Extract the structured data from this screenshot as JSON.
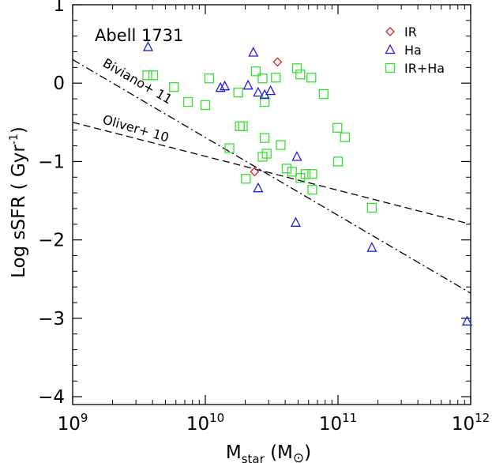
{
  "chart_data": {
    "type": "scatter",
    "title": "Abell 1731",
    "xlabel": {
      "main": "M",
      "sub": "star",
      "unit_open": " (M",
      "sun": "⊙",
      "unit_close": ")"
    },
    "ylabel": {
      "main": "Log sSFR ( Gyr",
      "sup": "-1",
      "close": ")"
    },
    "x_scale": "log",
    "xlim": [
      1000000000,
      1000000000000
    ],
    "ylim": [
      -4.1,
      1
    ],
    "x_ticks": [
      {
        "value": 1000000000,
        "base": "10",
        "exp": "9"
      },
      {
        "value": 10000000000,
        "base": "10",
        "exp": "10"
      },
      {
        "value": 100000000000,
        "base": "10",
        "exp": "11"
      },
      {
        "value": 1000000000000,
        "base": "10",
        "exp": "12"
      }
    ],
    "y_ticks": [
      {
        "value": 1,
        "label": "1"
      },
      {
        "value": 0,
        "label": "0"
      },
      {
        "value": -1,
        "label": "−1"
      },
      {
        "value": -2,
        "label": "−2"
      },
      {
        "value": -3,
        "label": "−3"
      },
      {
        "value": -4,
        "label": "−4"
      }
    ],
    "legend": {
      "placement": "top-right"
    },
    "series": [
      {
        "name": "IR",
        "marker": "diamond",
        "color": "#d42020",
        "points": [
          {
            "x": 35000000000,
            "y": 0.27
          },
          {
            "x": 23500000000,
            "y": -1.13
          }
        ]
      },
      {
        "name": "Ha",
        "marker": "triangle",
        "color": "#1e1ee0",
        "points": [
          {
            "x": 3700000000,
            "y": 0.46
          },
          {
            "x": 13000000000,
            "y": -0.06
          },
          {
            "x": 14000000000,
            "y": -0.04
          },
          {
            "x": 21000000000,
            "y": -0.03
          },
          {
            "x": 23000000000,
            "y": 0.39
          },
          {
            "x": 25000000000,
            "y": -0.12
          },
          {
            "x": 28000000000,
            "y": -0.15
          },
          {
            "x": 31000000000,
            "y": -0.1
          },
          {
            "x": 25000000000,
            "y": -1.34
          },
          {
            "x": 49000000000,
            "y": -0.94
          },
          {
            "x": 48000000000,
            "y": -1.78
          },
          {
            "x": 180000000000,
            "y": -2.1
          },
          {
            "x": 940000000000,
            "y": -3.04
          }
        ]
      },
      {
        "name": "IR+Ha",
        "marker": "square",
        "color": "#33e033",
        "points": [
          {
            "x": 3650000000,
            "y": 0.1
          },
          {
            "x": 4050000000,
            "y": 0.1
          },
          {
            "x": 5800000000,
            "y": -0.05
          },
          {
            "x": 7400000000,
            "y": -0.24
          },
          {
            "x": 10000000000,
            "y": -0.28
          },
          {
            "x": 10700000000,
            "y": 0.06
          },
          {
            "x": 17700000000,
            "y": -0.12
          },
          {
            "x": 18200000000,
            "y": -0.55
          },
          {
            "x": 19200000000,
            "y": -0.55
          },
          {
            "x": 15200000000,
            "y": -0.83
          },
          {
            "x": 20200000000,
            "y": -1.22
          },
          {
            "x": 24000000000,
            "y": 0.15
          },
          {
            "x": 27000000000,
            "y": 0.06
          },
          {
            "x": 28000000000,
            "y": -0.24
          },
          {
            "x": 34000000000,
            "y": 0.07
          },
          {
            "x": 28000000000,
            "y": -0.7
          },
          {
            "x": 29000000000,
            "y": -0.9
          },
          {
            "x": 27000000000,
            "y": -0.94
          },
          {
            "x": 37000000000,
            "y": -0.79
          },
          {
            "x": 41000000000,
            "y": -1.09
          },
          {
            "x": 45000000000,
            "y": -1.13
          },
          {
            "x": 49000000000,
            "y": 0.19
          },
          {
            "x": 52000000000,
            "y": 0.11
          },
          {
            "x": 63000000000,
            "y": 0.07
          },
          {
            "x": 78000000000,
            "y": -0.14
          },
          {
            "x": 52000000000,
            "y": -1.21
          },
          {
            "x": 57000000000,
            "y": -1.16
          },
          {
            "x": 64000000000,
            "y": -1.16
          },
          {
            "x": 64000000000,
            "y": -1.36
          },
          {
            "x": 99000000000,
            "y": -0.57
          },
          {
            "x": 113000000000,
            "y": -0.69
          },
          {
            "x": 100000000000,
            "y": -1.0
          },
          {
            "x": 180000000000,
            "y": -1.59
          }
        ]
      }
    ],
    "lines": [
      {
        "name": "Biviano+ 11",
        "dash": "dash-dot",
        "start": {
          "x": 1000000000,
          "y": 0.3
        },
        "end": {
          "x": 1000000000000,
          "y": -2.68
        }
      },
      {
        "name": "Oliver+ 10",
        "dash": "dashed",
        "start": {
          "x": 1000000000,
          "y": -0.5
        },
        "end": {
          "x": 1000000000000,
          "y": -1.8
        }
      }
    ]
  }
}
